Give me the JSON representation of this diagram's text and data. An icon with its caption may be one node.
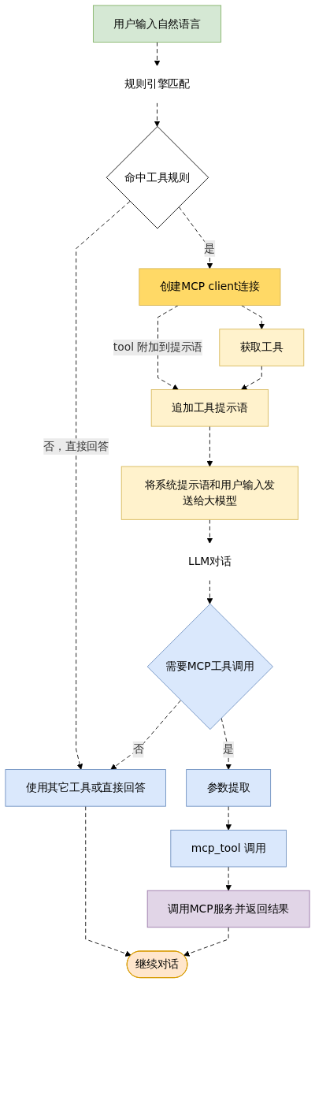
{
  "diagram": {
    "nodes": [
      {
        "text": [
          "用户输入自然语言"
        ]
      },
      {
        "text": [
          "规则引擎匹配"
        ]
      },
      {
        "text": [
          "命中工具规则"
        ]
      },
      {
        "text": [
          "创建MCP client连接"
        ]
      },
      {
        "text": [
          "获取工具"
        ]
      },
      {
        "text": [
          "追加工具提示语"
        ]
      },
      {
        "text": [
          "将系统提示语和用户输入发送给大模型"
        ]
      },
      {
        "text": [
          "LLM对话"
        ]
      },
      {
        "text": [
          "需要MCP工具调用"
        ]
      },
      {
        "text": [
          "使用其它工具或直接回答"
        ]
      },
      {
        "text": [
          "参数提取"
        ]
      },
      {
        "text": [
          "mcp_tool 调用"
        ]
      },
      {
        "text": [
          "调用MCP服务并返回结果"
        ]
      },
      {
        "text": [
          "继续对话"
        ]
      }
    ],
    "edges": [
      {
        "from": 0,
        "to": 1,
        "arrow": "to",
        "style": "dashed"
      },
      {
        "from": 1,
        "to": 2,
        "arrow": "to",
        "style": "dashed"
      },
      {
        "from": 2,
        "to": 9,
        "arrow": "to",
        "style": "dashed",
        "label": "否，直接回答"
      },
      {
        "from": 2,
        "to": 3,
        "arrow": "to",
        "style": "dashed",
        "label": "是"
      },
      {
        "from": 3,
        "to": 4,
        "arrow": "to",
        "style": "dashed"
      },
      {
        "from": 3,
        "to": 5,
        "arrow": "to",
        "style": "dashed",
        "label": "tool 附加到提示语"
      },
      {
        "from": 4,
        "to": 5,
        "arrow": "to",
        "style": "dashed"
      },
      {
        "from": 5,
        "to": 6,
        "arrow": "to",
        "style": "dashed"
      },
      {
        "from": 6,
        "to": 7,
        "arrow": "to",
        "style": "dashed"
      },
      {
        "from": 7,
        "to": 8,
        "arrow": "to",
        "style": "dashed"
      },
      {
        "from": 8,
        "to": 9,
        "arrow": "to",
        "style": "dashed",
        "label": "否"
      },
      {
        "from": 8,
        "to": 10,
        "arrow": "to",
        "style": "dashed",
        "label": "是"
      },
      {
        "from": 10,
        "to": 11,
        "arrow": "to",
        "style": "dashed"
      },
      {
        "from": 11,
        "to": 12,
        "arrow": "to",
        "style": "dashed"
      },
      {
        "from": 9,
        "to": 13,
        "arrow": "to",
        "style": "dashed"
      },
      {
        "from": 12,
        "to": 13,
        "arrow": "to",
        "style": "dashed"
      }
    ]
  }
}
